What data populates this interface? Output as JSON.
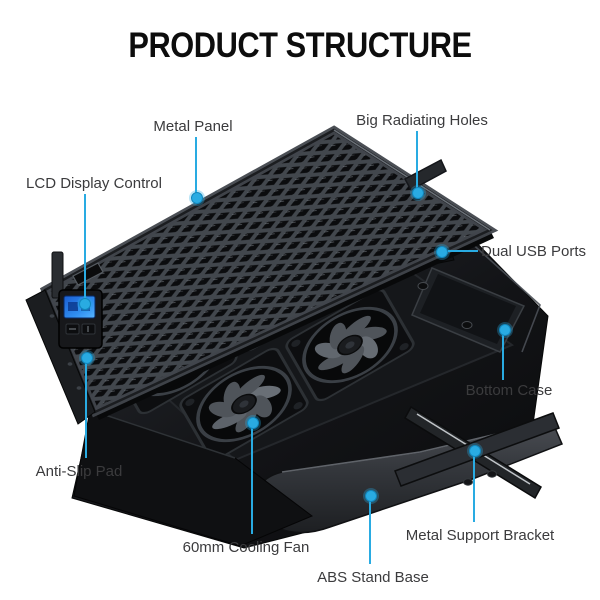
{
  "title": "PRODUCT STRUCTURE",
  "accent_color": "#29abe2",
  "label_text_color": "#3b3b3d",
  "labels": [
    {
      "id": "metal-panel",
      "text": "Metal Panel"
    },
    {
      "id": "big-radiating-holes",
      "text": "Big Radiating Holes"
    },
    {
      "id": "lcd-display-control",
      "text": "LCD Display Control"
    },
    {
      "id": "dual-usb-ports",
      "text": "Dual USB Ports"
    },
    {
      "id": "bottom-case",
      "text": "Bottom Case"
    },
    {
      "id": "anti-slip-pad",
      "text": "Anti-Slip Pad"
    },
    {
      "id": "cooling-fan",
      "text": "60mm Cooling Fan"
    },
    {
      "id": "metal-support-bracket",
      "text": "Metal Support Bracket"
    },
    {
      "id": "abs-stand-base",
      "text": "ABS Stand Base"
    }
  ]
}
